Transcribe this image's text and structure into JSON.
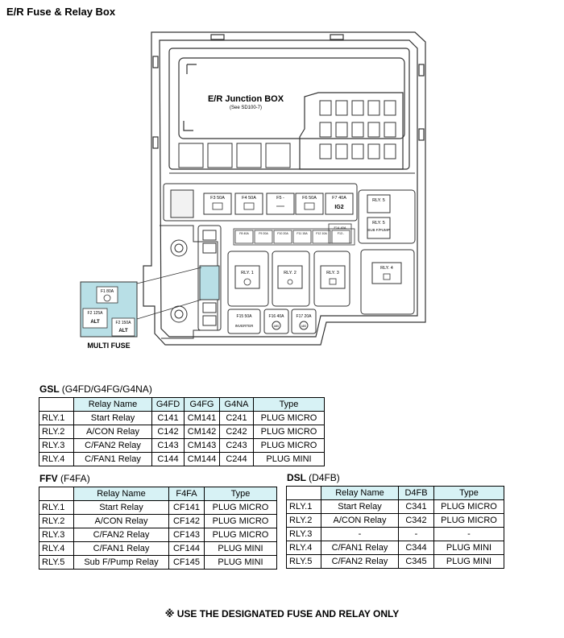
{
  "title": "E/R Fuse & Relay Box",
  "diagram": {
    "junction_box_title": "E/R Junction BOX",
    "junction_box_note": "(See SD100-7)",
    "fuses": [
      {
        "id": "F3",
        "label": "F3 50A"
      },
      {
        "id": "F4",
        "label": "F4 50A"
      },
      {
        "id": "F5",
        "label": "F5 -"
      },
      {
        "id": "F6",
        "label": "F6 50A"
      },
      {
        "id": "F7",
        "label": "F7 40A",
        "sub": "IG2"
      }
    ],
    "small_fuses": [
      "F8 40A",
      "F9 20A",
      "F10 20A",
      "F11 15A",
      "F12 10A",
      "F13 -"
    ],
    "f14_label": "F14 40A",
    "relays_small": [
      {
        "label": "RLY. 5"
      },
      {
        "label": "RLY. 5",
        "sub": "SUB F/PUMP"
      }
    ],
    "relays": [
      "RLY. 1",
      "RLY. 2",
      "RLY. 3",
      "RLY. 4"
    ],
    "bottom_fuses": [
      {
        "label": "F15 50A",
        "sub": "INVERTER"
      },
      {
        "label": "F16 40A",
        "sub": "ABS"
      },
      {
        "label": "F17 20A",
        "sub": "ABS"
      }
    ],
    "multi_fuse": {
      "caption": "MULTI FUSE",
      "f1": "F1 80A",
      "f2": "F2 125A",
      "f2_sub": "ALT",
      "f2b": "F2 150A",
      "f2b_sub": "ALT"
    },
    "colors": {
      "highlight": "#b8dfe6",
      "line": "#333333",
      "panel": "#f2f2f2"
    }
  },
  "gsl": {
    "title": "GSL",
    "subtitle": "(G4FD/G4FG/G4NA)",
    "headers": [
      "",
      "Relay Name",
      "G4FD",
      "G4FG",
      "G4NA",
      "Type"
    ],
    "rows": [
      [
        "RLY.1",
        "Start Relay",
        "C141",
        "CM141",
        "C241",
        "PLUG MICRO"
      ],
      [
        "RLY.2",
        "A/CON Relay",
        "C142",
        "CM142",
        "C242",
        "PLUG MICRO"
      ],
      [
        "RLY.3",
        "C/FAN2 Relay",
        "C143",
        "CM143",
        "C243",
        "PLUG MICRO"
      ],
      [
        "RLY.4",
        "C/FAN1 Relay",
        "C144",
        "CM144",
        "C244",
        "PLUG MINI"
      ]
    ]
  },
  "ffv": {
    "title": "FFV",
    "subtitle": "(F4FA)",
    "headers": [
      "",
      "Relay Name",
      "F4FA",
      "Type"
    ],
    "rows": [
      [
        "RLY.1",
        "Start Relay",
        "CF141",
        "PLUG MICRO"
      ],
      [
        "RLY.2",
        "A/CON Relay",
        "CF142",
        "PLUG MICRO"
      ],
      [
        "RLY.3",
        "C/FAN2 Relay",
        "CF143",
        "PLUG MICRO"
      ],
      [
        "RLY.4",
        "C/FAN1 Relay",
        "CF144",
        "PLUG MINI"
      ],
      [
        "RLY.5",
        "Sub F/Pump Relay",
        "CF145",
        "PLUG MINI"
      ]
    ]
  },
  "dsl": {
    "title": "DSL",
    "subtitle": "(D4FB)",
    "headers": [
      "",
      "Relay Name",
      "D4FB",
      "Type"
    ],
    "rows": [
      [
        "RLY.1",
        "Start Relay",
        "C341",
        "PLUG MICRO"
      ],
      [
        "RLY.2",
        "A/CON Relay",
        "C342",
        "PLUG MICRO"
      ],
      [
        "RLY.3",
        "-",
        "-",
        "-"
      ],
      [
        "RLY.4",
        "C/FAN1 Relay",
        "C344",
        "PLUG MINI"
      ],
      [
        "RLY.5",
        "C/FAN2 Relay",
        "C345",
        "PLUG MINI"
      ]
    ]
  },
  "notice": "※ USE THE DESIGNATED FUSE AND RELAY ONLY"
}
